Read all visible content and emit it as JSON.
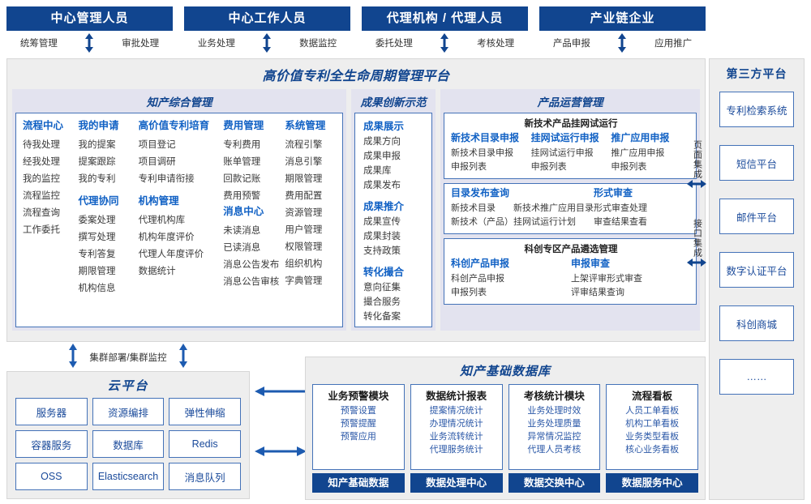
{
  "roles": [
    {
      "title": "中心管理人员",
      "left": "统筹管理",
      "right": "审批处理"
    },
    {
      "title": "中心工作人员",
      "left": "业务处理",
      "right": "数据监控"
    },
    {
      "title": "代理机构 / 代理人员",
      "left": "委托处理",
      "right": "考核处理"
    },
    {
      "title": "产业链企业",
      "left": "产品申报",
      "right": "应用推广"
    }
  ],
  "platform": {
    "title": "高价值专利全生命周期管理平台",
    "groups": {
      "zhichan": {
        "title": "知产综合管理",
        "columns": [
          {
            "blocks": [
              {
                "header": "流程中心",
                "items": [
                  "待我处理",
                  "经我处理",
                  "我的监控",
                  "流程监控",
                  "流程查询",
                  "工作委托"
                ]
              }
            ]
          },
          {
            "blocks": [
              {
                "header": "我的申请",
                "items": [
                  "我的提案",
                  "提案跟踪",
                  "我的专利"
                ]
              },
              {
                "header": "代理协同",
                "items": [
                  "委案处理",
                  "撰写处理",
                  "专利答复",
                  "期限管理",
                  "机构信息"
                ]
              }
            ]
          },
          {
            "blocks": [
              {
                "header": "高价值专利培育",
                "items": [
                  "项目登记",
                  "项目调研",
                  "专利申请衔接"
                ]
              },
              {
                "header": "机构管理",
                "items": [
                  "代理机构库",
                  "机构年度评价",
                  "代理人年度评价",
                  "数据统计"
                ]
              }
            ]
          },
          {
            "blocks": [
              {
                "header": "费用管理",
                "items": [
                  "专利费用",
                  "账单管理",
                  "回款记账",
                  "费用预警"
                ]
              },
              {
                "header": "消息中心",
                "items": [
                  "未读消息",
                  "已读消息",
                  "消息公告发布",
                  "消息公告审核"
                ]
              }
            ]
          },
          {
            "blocks": [
              {
                "header": "系统管理",
                "items": [
                  "流程引擎",
                  "消息引擎",
                  "期限管理",
                  "费用配置",
                  "资源管理",
                  "用户管理",
                  "权限管理",
                  "组织机构",
                  "字典管理"
                ]
              }
            ]
          }
        ]
      },
      "chengguo": {
        "title": "成果创新示范",
        "blocks": [
          {
            "header": "成果展示",
            "items": [
              "成果方向",
              "成果申报",
              "成果库",
              "成果发布"
            ]
          },
          {
            "header": "成果推介",
            "items": [
              "成果宣传",
              "成果封装",
              "支持政策"
            ]
          },
          {
            "header": "转化撮合",
            "items": [
              "意向征集",
              "撮合服务",
              "转化备案"
            ]
          }
        ]
      },
      "chanpin": {
        "title": "产品运营管理",
        "boxes": [
          {
            "caption": "新技术产品挂网试运行",
            "columns": [
              {
                "header": "新技术目录申报",
                "items": [
                  "新技术目录申报",
                  "申报列表"
                ]
              },
              {
                "header": "挂网试运行申报",
                "items": [
                  "挂网试运行申报",
                  "申报列表"
                ]
              },
              {
                "header": "推广应用申报",
                "items": [
                  "推广应用申报",
                  "申报列表"
                ]
              }
            ]
          },
          {
            "caption": "",
            "columns": [
              {
                "header": "目录发布查询",
                "items": [
                  "新技术目录　　新技术推广应用目录",
                  "新技术（产品）挂网试运行计划"
                ]
              },
              {
                "header": "形式审查",
                "items": [
                  "形式审查处理",
                  "审查结果查看"
                ]
              }
            ]
          },
          {
            "caption": "科创专区产品遴选管理",
            "columns": [
              {
                "header": "科创产品申报",
                "items": [
                  "科创产品申报",
                  "申报列表"
                ]
              },
              {
                "header": "申报审查",
                "items": [
                  "上架评审形式审查",
                  "评审结果查询"
                ]
              }
            ]
          }
        ]
      }
    }
  },
  "integration": [
    {
      "label": "页面集成"
    },
    {
      "label": "接口集成"
    }
  ],
  "third_party": {
    "title": "第三方平台",
    "items": [
      "专利检索系统",
      "短信平台",
      "邮件平台",
      "数字认证平台",
      "科创商城",
      "……"
    ]
  },
  "cluster": {
    "label": "集群部署/集群监控"
  },
  "cloud": {
    "title": "云平台",
    "cells": [
      "服务器",
      "资源编排",
      "弹性伸缩",
      "容器服务",
      "数据库",
      "Redis",
      "OSS",
      "Elasticsearch",
      "消息队列"
    ]
  },
  "database": {
    "title": "知产基础数据库",
    "columns": [
      {
        "header": "业务预警模块",
        "items": [
          "预警设置",
          "预警提醒",
          "预警应用"
        ],
        "footer": "知产基础数据"
      },
      {
        "header": "数据统计报表",
        "items": [
          "提案情况统计",
          "办理情况统计",
          "业务流转统计",
          "代理服务统计"
        ],
        "footer": "数据处理中心"
      },
      {
        "header": "考核统计模块",
        "items": [
          "业务处理时效",
          "业务处理质量",
          "异常情况监控",
          "代理人员考核"
        ],
        "footer": "数据交换中心"
      },
      {
        "header": "流程看板",
        "items": [
          "人员工单看板",
          "机构工单看板",
          "业务类型看板",
          "核心业务看板"
        ],
        "footer": "数据服务中心"
      }
    ]
  },
  "colors": {
    "brand": "#11458f",
    "accent": "#1161c4",
    "border": "#4472b8",
    "panel": "#eeeeee",
    "group": "#e3e3ef"
  }
}
